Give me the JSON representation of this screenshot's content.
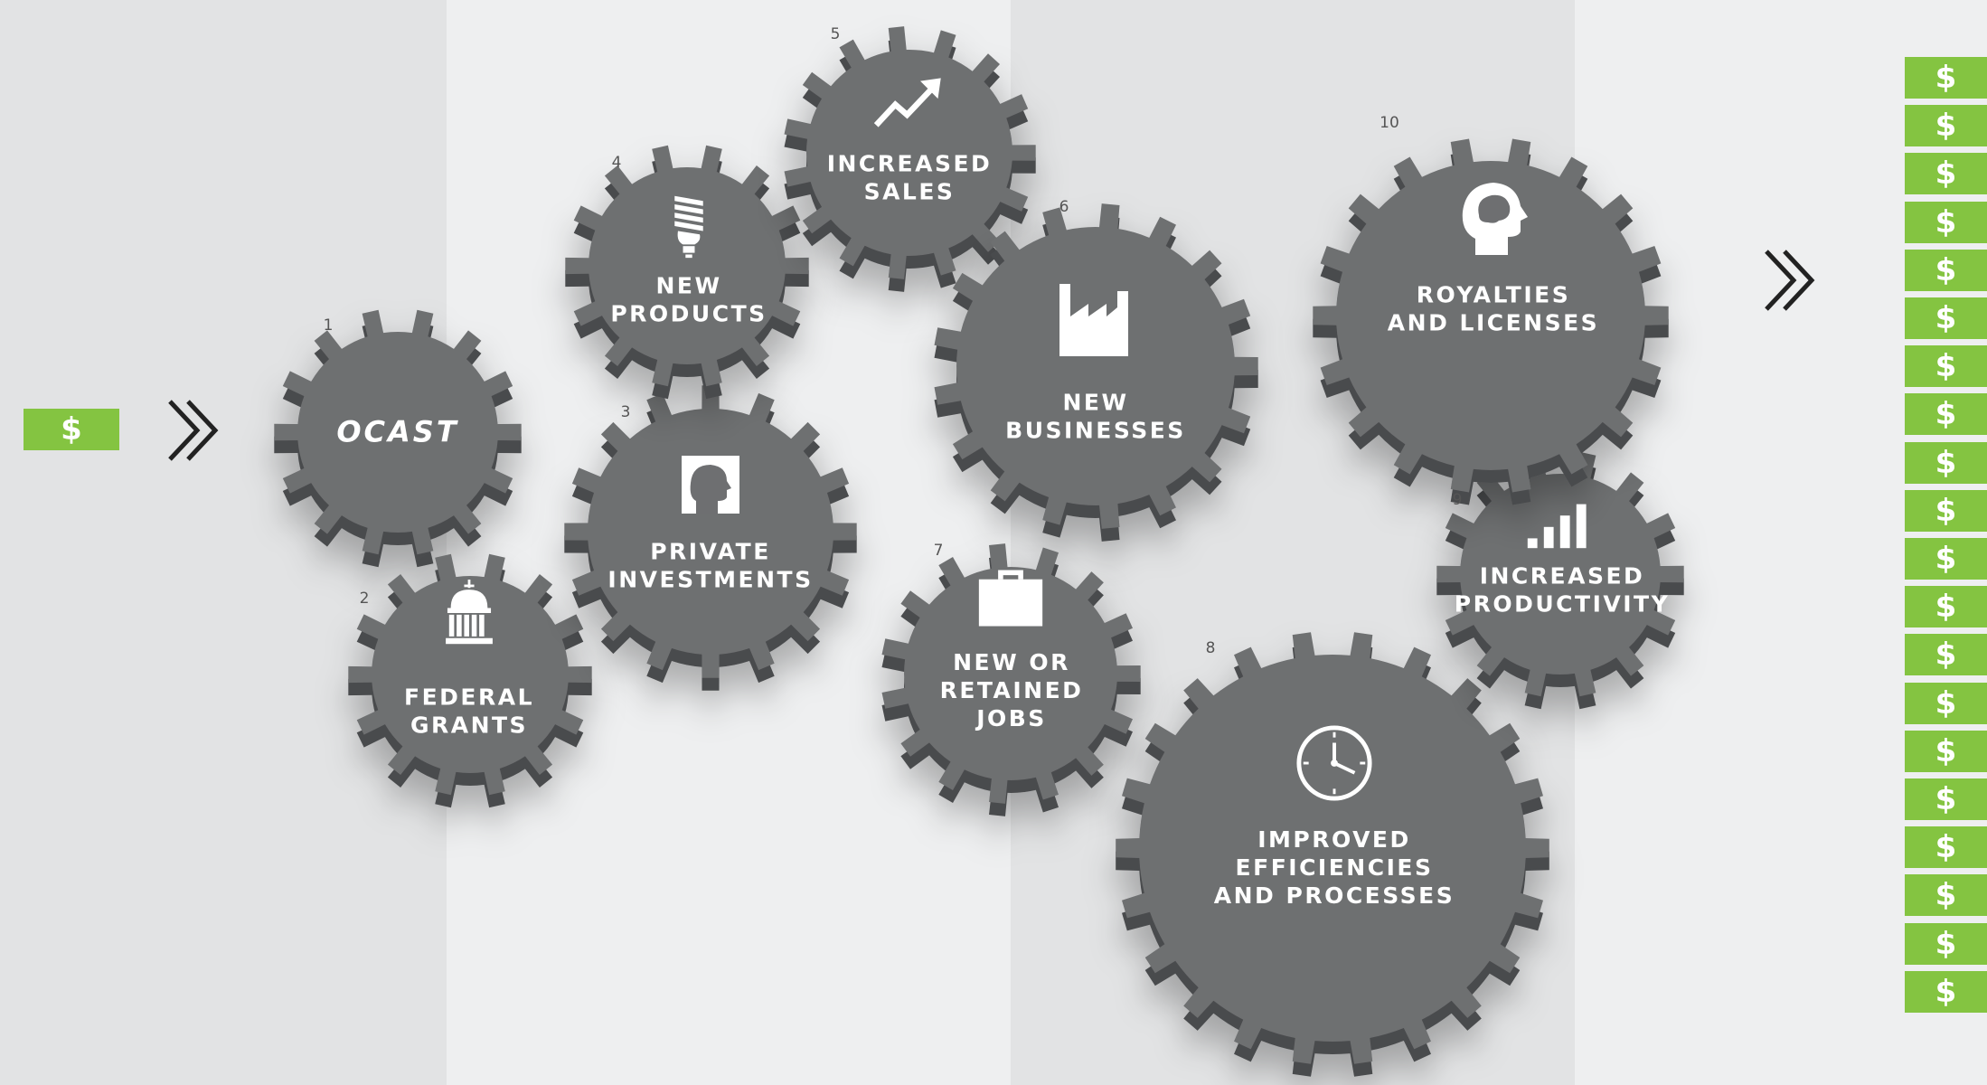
{
  "colors": {
    "gear": "#6e6f71",
    "gear_dark": "#4a4b4d",
    "accent": "#84c441",
    "chevron": "#222222"
  },
  "input_money": {
    "symbol": "$"
  },
  "output_money": {
    "symbol": "$",
    "count": 20
  },
  "gears": [
    {
      "number": "1",
      "label": "",
      "logo": "OCAST",
      "icon": "ocast-logo"
    },
    {
      "number": "2",
      "label": "FEDERAL\nGRANTS",
      "icon": "capitol-building-icon"
    },
    {
      "number": "3",
      "label": "PRIVATE\nINVESTMENTS",
      "icon": "investor-head-icon"
    },
    {
      "number": "4",
      "label": "NEW\nPRODUCTS",
      "icon": "light-bulb-icon"
    },
    {
      "number": "5",
      "label": "INCREASED\nSALES",
      "icon": "rising-arrow-icon"
    },
    {
      "number": "6",
      "label": "NEW\nBUSINESSES",
      "icon": "factory-icon"
    },
    {
      "number": "7",
      "label": "NEW OR\nRETAINED\nJOBS",
      "icon": "briefcase-icon"
    },
    {
      "number": "8",
      "label": "IMPROVED\nEFFICIENCIES\nAND PROCESSES",
      "icon": "clock-icon"
    },
    {
      "number": "9",
      "label": "INCREASED\nPRODUCTIVITY",
      "icon": "bar-chart-icon"
    },
    {
      "number": "10",
      "label": "ROYALTIES\nAND LICENSES",
      "icon": "brain-head-icon"
    }
  ]
}
